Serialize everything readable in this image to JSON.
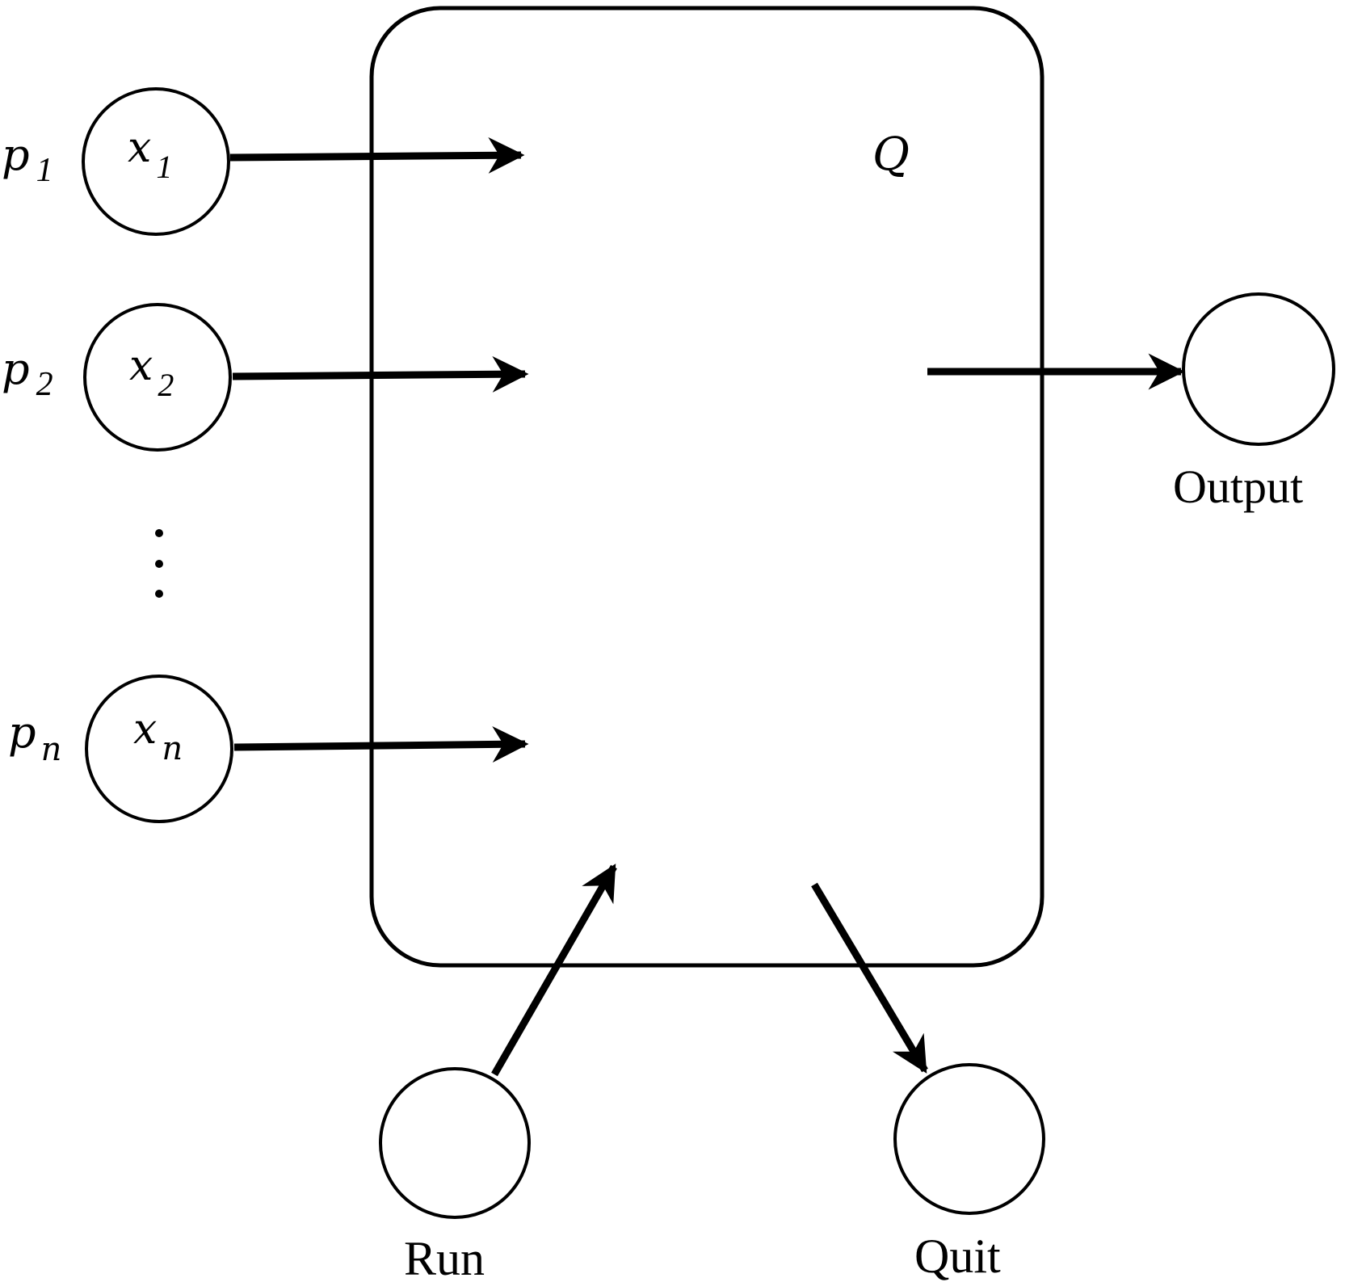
{
  "diagram": {
    "box_label": "Q",
    "inputs": [
      {
        "place": "p",
        "place_sub": "1",
        "token": "x",
        "token_sub": "1"
      },
      {
        "place": "p",
        "place_sub": "2",
        "token": "x",
        "token_sub": "2"
      },
      {
        "place": "p",
        "place_sub": "n",
        "token": "x",
        "token_sub": "n"
      }
    ],
    "output_label": "Output",
    "run_label": "Run",
    "quit_label": "Quit",
    "stroke_color": "#000000",
    "background_color": "#ffffff"
  }
}
